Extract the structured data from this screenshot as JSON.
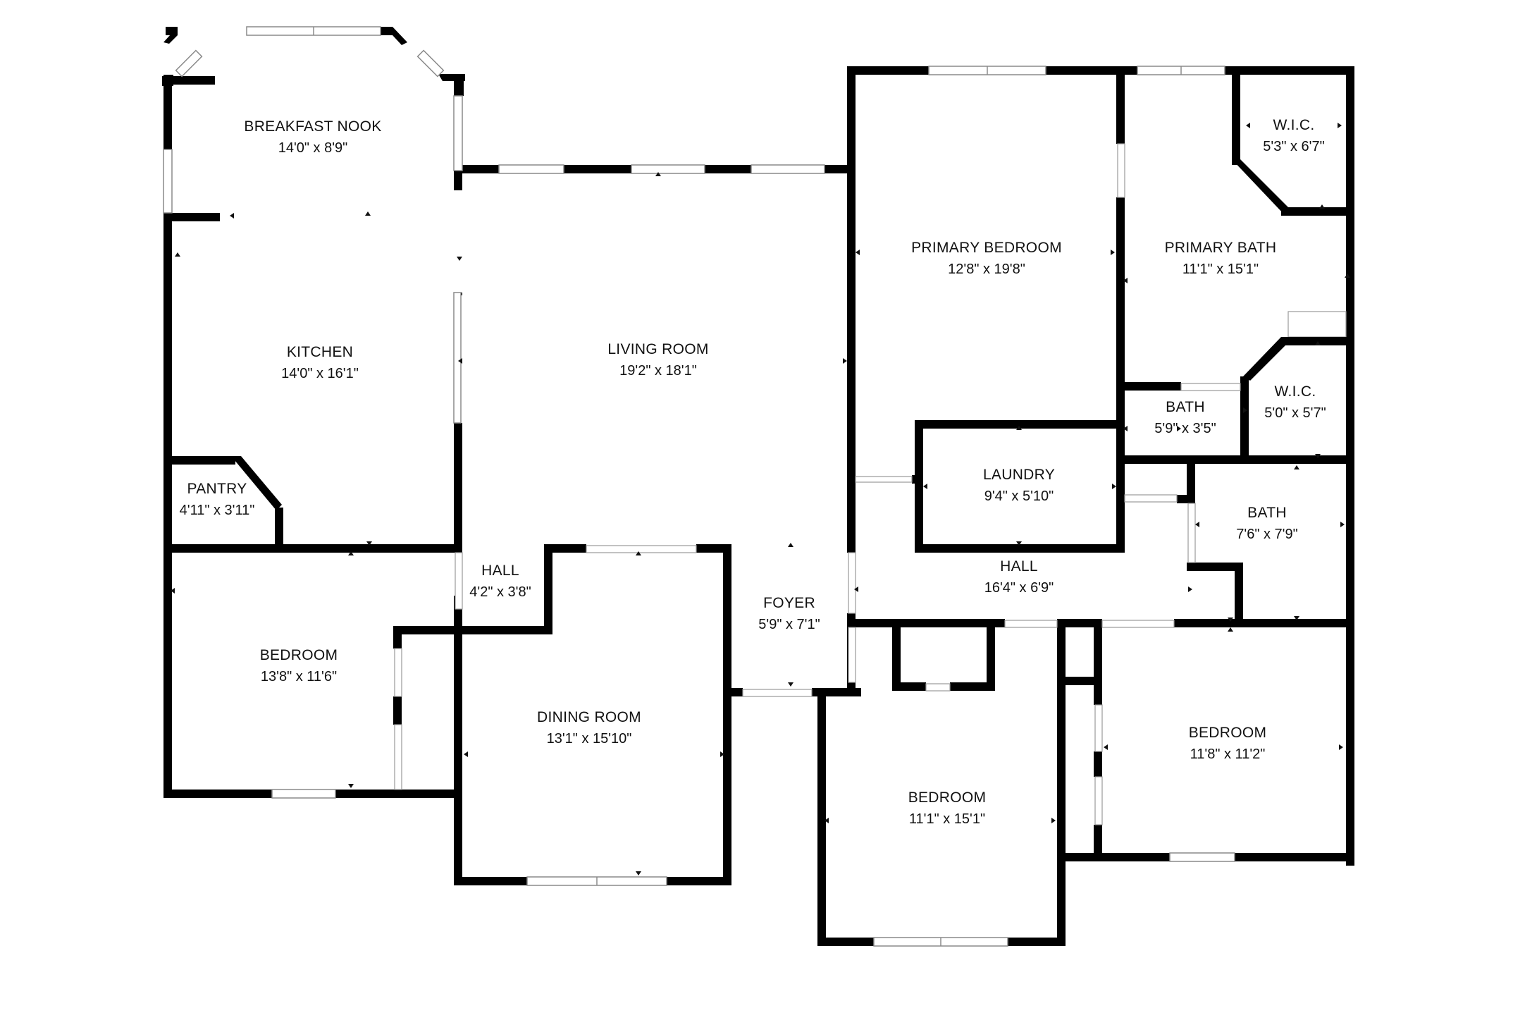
{
  "plan": {
    "rooms": [
      {
        "id": "breakfast-nook",
        "name": "BREAKFAST NOOK",
        "dims": "14'0\" x 8'9\""
      },
      {
        "id": "kitchen",
        "name": "KITCHEN",
        "dims": "14'0\" x 16'1\""
      },
      {
        "id": "living-room",
        "name": "LIVING ROOM",
        "dims": "19'2\" x 18'1\""
      },
      {
        "id": "primary-bedroom",
        "name": "PRIMARY BEDROOM",
        "dims": "12'8\" x 19'8\""
      },
      {
        "id": "primary-bath",
        "name": "PRIMARY BATH",
        "dims": "11'1\" x 15'1\""
      },
      {
        "id": "wic-upper",
        "name": "W.I.C.",
        "dims": "5'3\" x 6'7\""
      },
      {
        "id": "wic-lower",
        "name": "W.I.C.",
        "dims": "5'0\" x 5'7\""
      },
      {
        "id": "bath-small",
        "name": "BATH",
        "dims": "5'9\" x 3'5\""
      },
      {
        "id": "laundry",
        "name": "LAUNDRY",
        "dims": "9'4\" x 5'10\""
      },
      {
        "id": "bath-hall",
        "name": "BATH",
        "dims": "7'6\" x 7'9\""
      },
      {
        "id": "pantry",
        "name": "PANTRY",
        "dims": "4'11\" x 3'11\""
      },
      {
        "id": "hall-small",
        "name": "HALL",
        "dims": "4'2\" x 3'8\""
      },
      {
        "id": "hall-main",
        "name": "HALL",
        "dims": "16'4\" x 6'9\""
      },
      {
        "id": "foyer",
        "name": "FOYER",
        "dims": "5'9\" x 7'1\""
      },
      {
        "id": "bedroom-west",
        "name": "BEDROOM",
        "dims": "13'8\" x 11'6\""
      },
      {
        "id": "dining-room",
        "name": "DINING ROOM",
        "dims": "13'1\" x 15'10\""
      },
      {
        "id": "bedroom-south",
        "name": "BEDROOM",
        "dims": "11'1\" x 15'1\""
      },
      {
        "id": "bedroom-east",
        "name": "BEDROOM",
        "dims": "11'8\" x 11'2\""
      }
    ]
  }
}
